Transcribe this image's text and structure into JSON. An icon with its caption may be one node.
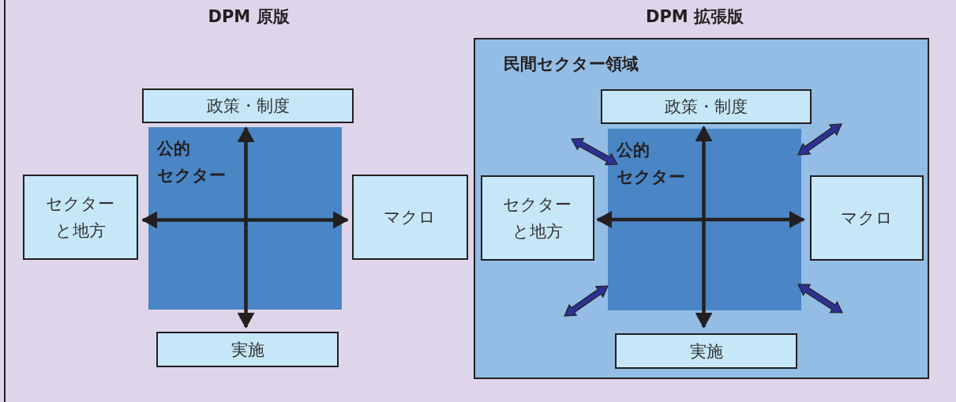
{
  "diagram": {
    "nodes": [
      {
        "text": [
          "公的",
          "セクター"
        ]
      },
      {
        "text": [
          "政策・制度"
        ]
      },
      {
        "text": [
          "セクターと地方"
        ]
      },
      {
        "text": [
          "マクロ"
        ]
      },
      {
        "text": [
          "実施"
        ]
      },
      {
        "text": [
          "民間セクター領域"
        ]
      },
      {
        "text": [
          "公的",
          "セクター"
        ],
        "in": 5
      },
      {
        "text": [
          "政策・制度"
        ],
        "in": 5
      },
      {
        "text": [
          "セクターと地方"
        ],
        "in": 5
      },
      {
        "text": [
          "マクロ"
        ],
        "in": 5
      },
      {
        "text": [
          "実施"
        ],
        "in": 5
      }
    ],
    "edges": [
      {
        "from": 0,
        "to": 1,
        "arrow": "to"
      },
      {
        "from": 0,
        "to": 2,
        "arrow": "to"
      },
      {
        "from": 0,
        "to": 3,
        "arrow": "to"
      },
      {
        "from": 0,
        "to": 4,
        "arrow": "to"
      },
      {
        "from": 6,
        "to": 7,
        "arrow": "to"
      },
      {
        "from": 6,
        "to": 8,
        "arrow": "to"
      },
      {
        "from": 6,
        "to": 9,
        "arrow": "to"
      },
      {
        "from": 6,
        "to": 10,
        "arrow": "to"
      },
      {
        "from": 6,
        "to": null,
        "arrow": "both",
        "style": "thick",
        "color": "#2e3192"
      },
      {
        "from": 6,
        "to": null,
        "arrow": "both",
        "style": "thick",
        "color": "#2e3192"
      },
      {
        "from": 6,
        "to": null,
        "arrow": "both",
        "style": "thick",
        "color": "#2e3192"
      },
      {
        "from": 6,
        "to": null,
        "arrow": "both",
        "style": "thick",
        "color": "#2e3192"
      }
    ],
    "labels": [
      "DPM 原版",
      "DPM 拡張版"
    ]
  }
}
